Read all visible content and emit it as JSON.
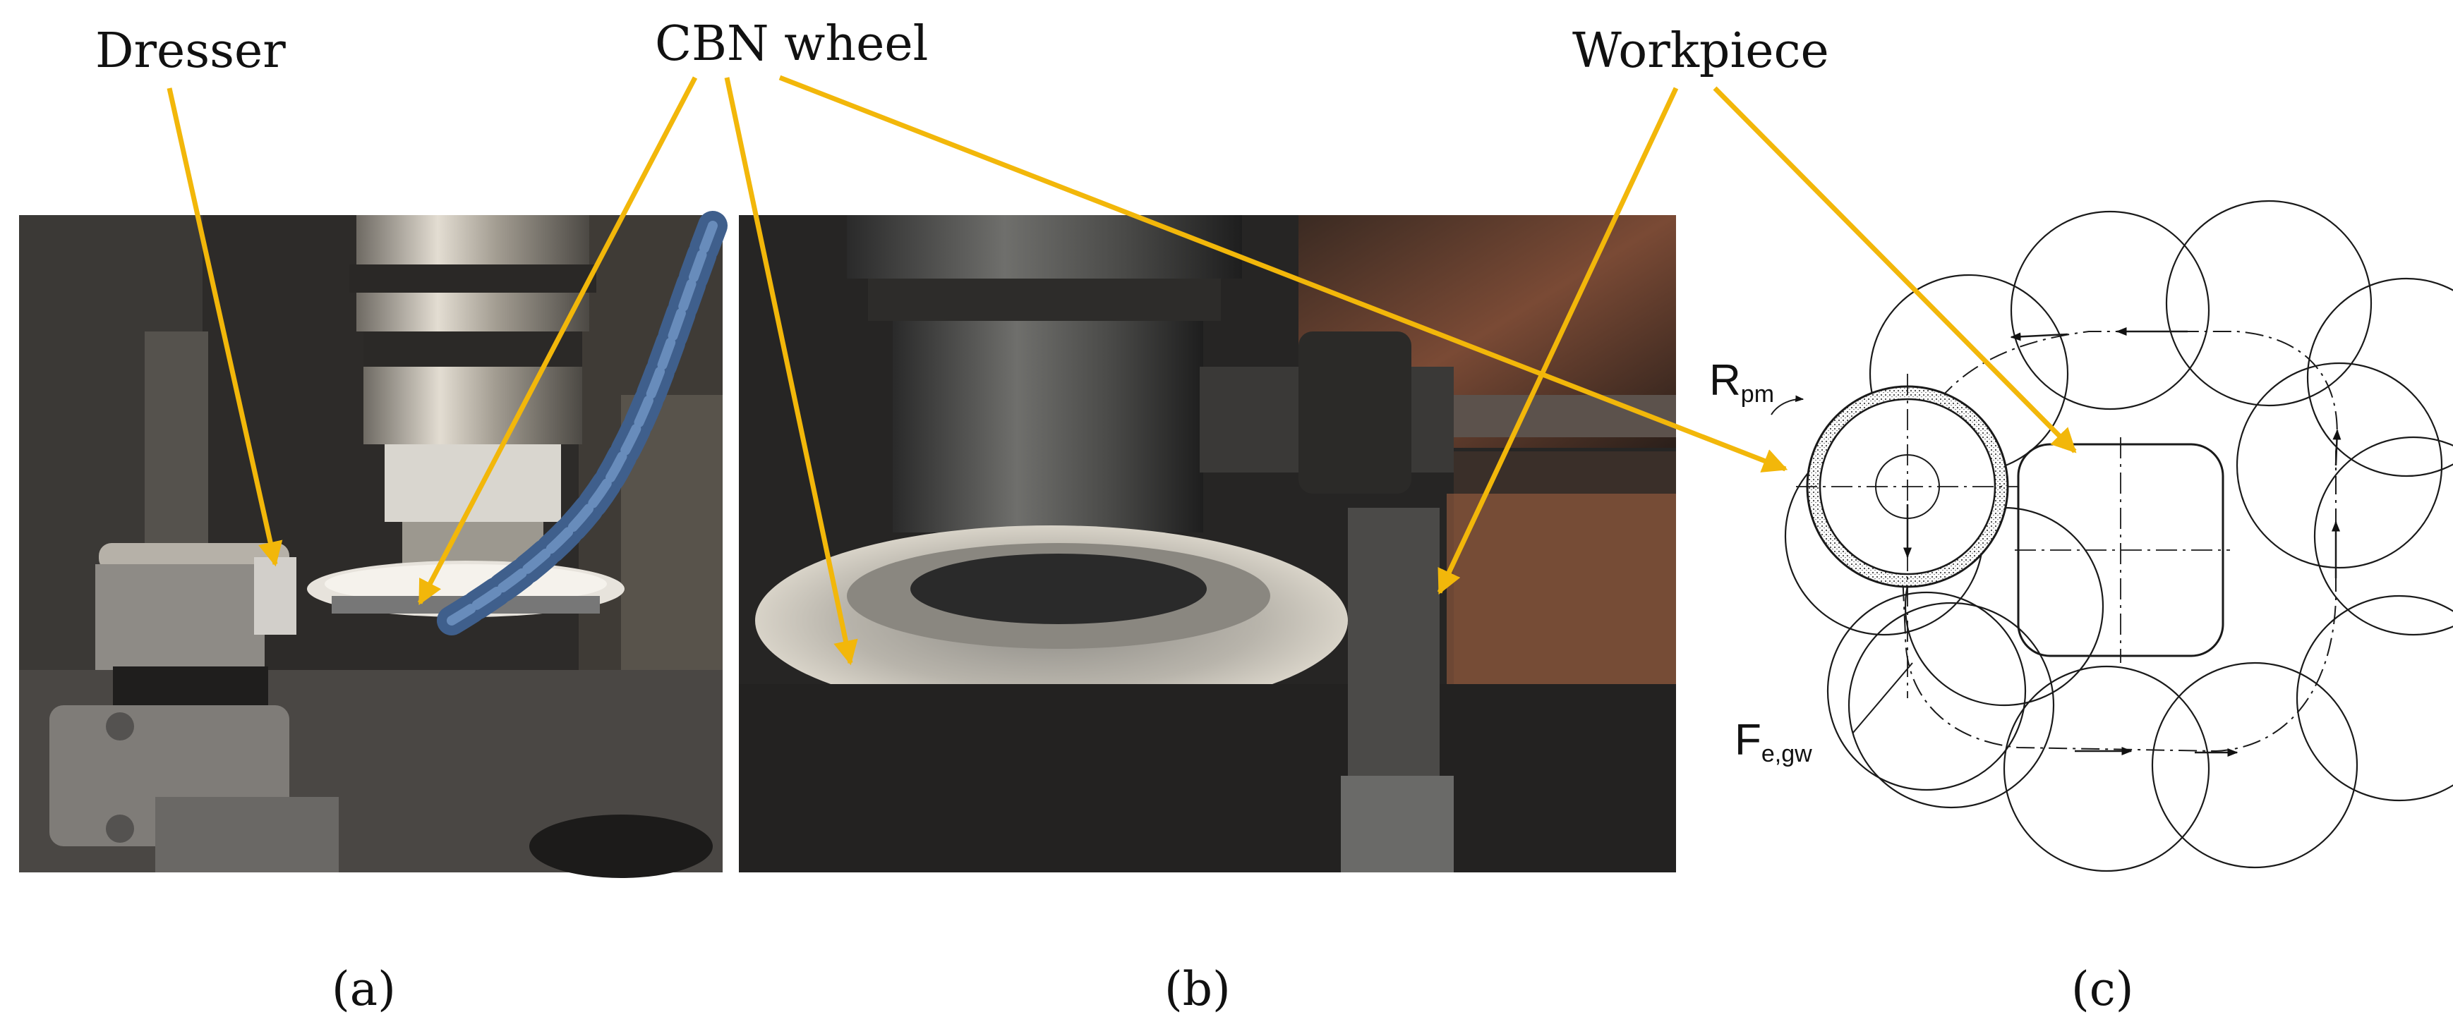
{
  "callouts": {
    "dresser": "Dresser",
    "cbn_wheel": "CBN wheel",
    "workpiece": "Workpiece"
  },
  "captions": {
    "a": "(a)",
    "b": "(b)",
    "c": "(c)"
  },
  "diagram": {
    "rpm_main": "R",
    "rpm_sub": "pm",
    "fegw_main": "F",
    "fegw_sub": "e,gw"
  },
  "colors": {
    "arrow": "#f2b70a",
    "photo_dark": "#2b2b2b",
    "wheel_silver": "#c9c6c0",
    "hose_blue": "#4a6b96"
  }
}
